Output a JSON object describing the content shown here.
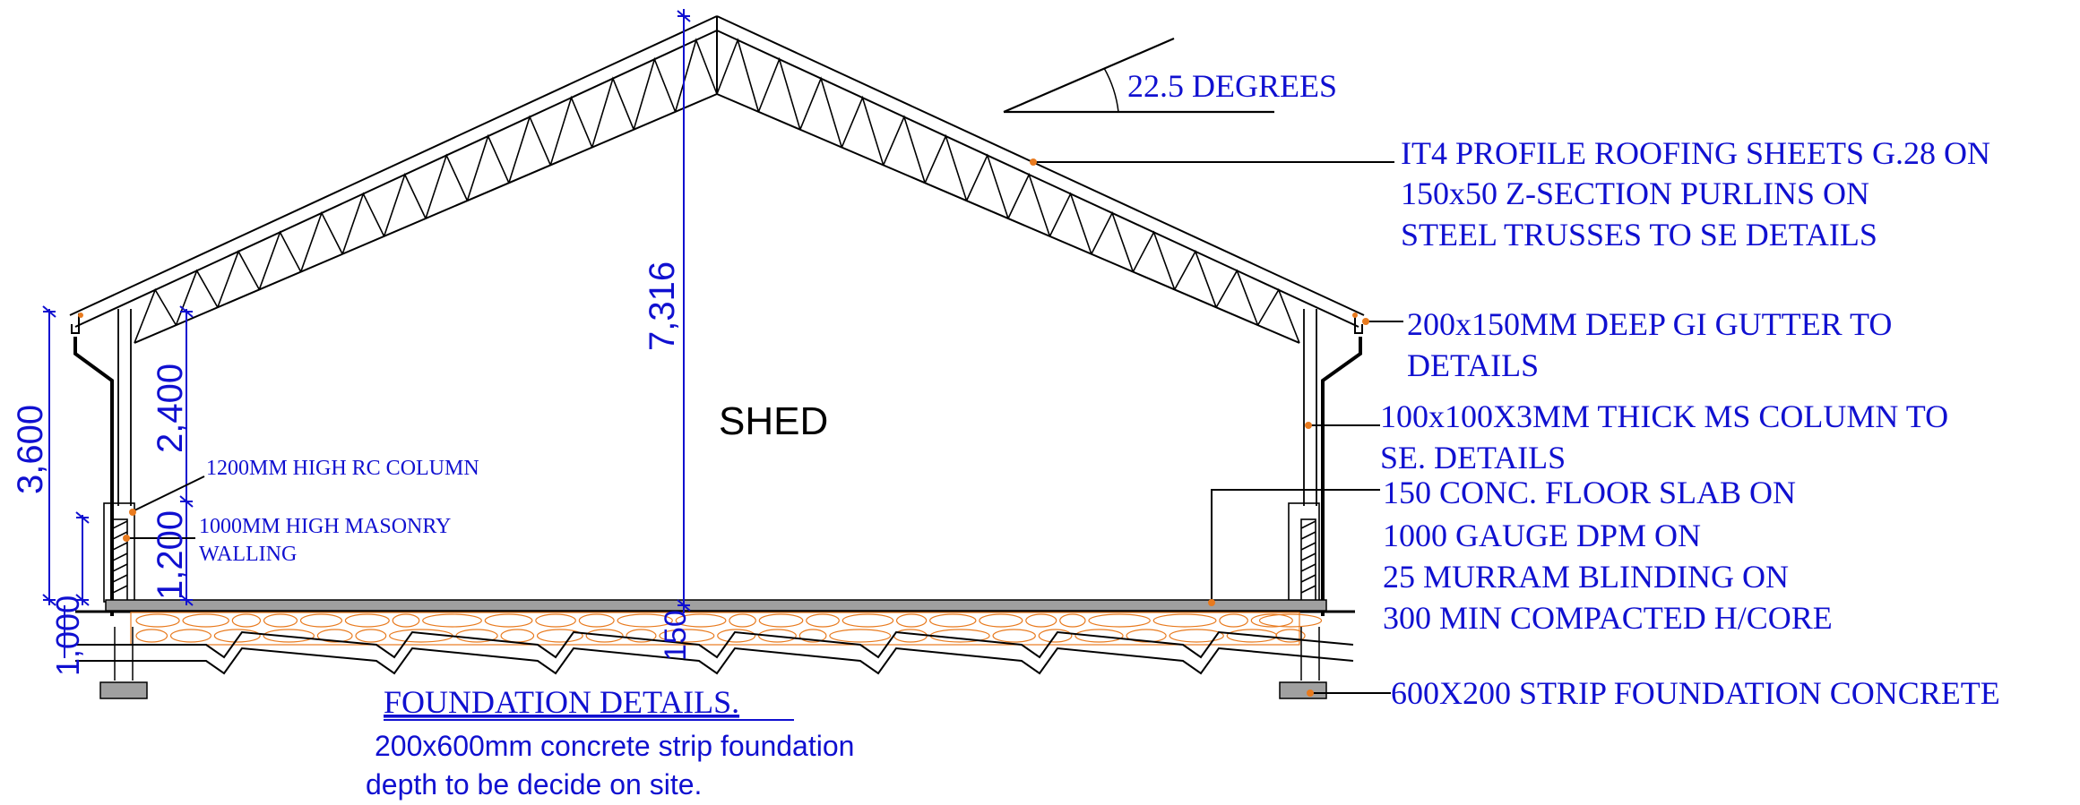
{
  "colors": {
    "annotation": "#1010d0",
    "structure": "#000000",
    "leader_dot": "#e87a1e",
    "hardcore": "#e87a1e",
    "slab": "#a0a0a0"
  },
  "drawing": {
    "space_label": "SHED",
    "roof_pitch": "22.5 DEGREES",
    "dimensions": {
      "ridge_height": "7,316",
      "eaves_height": "3,600",
      "column_height": "2,400",
      "rc_column": "1,200",
      "wall_height": "1,000",
      "slab": "150"
    },
    "notes_left": {
      "rc_column": "1200MM HIGH RC COLUMN",
      "masonry_1": "1000MM HIGH MASONRY",
      "masonry_2": "WALLING"
    },
    "notes_right": {
      "roof_1": "IT4 PROFILE ROOFING SHEETS G.28 ON",
      "roof_2": "150x50 Z-SECTION PURLINS ON",
      "roof_3": "STEEL TRUSSES TO SE DETAILS",
      "gutter_1": "200x150MM DEEP GI GUTTER TO",
      "gutter_2": "DETAILS",
      "column_1": "100x100X3MM THICK MS COLUMN TO",
      "column_2": "SE. DETAILS",
      "floor_1": "150 CONC. FLOOR SLAB ON",
      "floor_2": "1000 GAUGE DPM ON",
      "floor_3": "25 MURRAM BLINDING ON",
      "floor_4": "300 MIN COMPACTED H/CORE",
      "foundation": "600X200 STRIP FOUNDATION CONCRETE"
    },
    "foundation_details": {
      "title": "FOUNDATION  DETAILS.",
      "line_1": "200x600mm concrete strip foundation",
      "line_2": "depth to be decide on site."
    }
  }
}
